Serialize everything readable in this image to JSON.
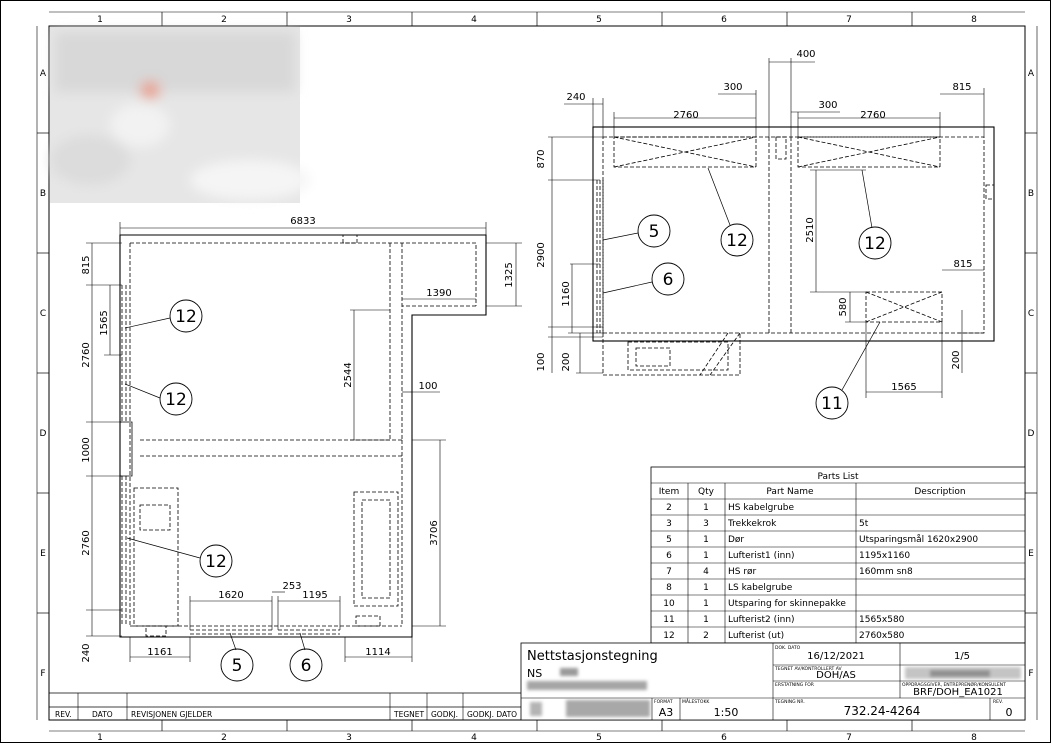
{
  "grid": {
    "columns": [
      "1",
      "2",
      "3",
      "4",
      "5",
      "6",
      "7",
      "8"
    ],
    "rows": [
      "A",
      "B",
      "C",
      "D",
      "E",
      "F"
    ]
  },
  "left_plan": {
    "dims": {
      "d6833": "6833",
      "d815": "815",
      "d1565": "1565",
      "d2760a": "2760",
      "d1000": "1000",
      "d2760b": "2760",
      "d240": "240",
      "d1325": "1325",
      "d1390": "1390",
      "d2544": "2544",
      "d100": "100",
      "d3706": "3706",
      "d1620": "1620",
      "d253": "253",
      "d1195": "1195",
      "d1161": "1161",
      "d1114": "1114"
    },
    "callouts": [
      "12",
      "12",
      "12",
      "5",
      "6"
    ]
  },
  "right_plan": {
    "dims": {
      "d400": "400",
      "d300a": "300",
      "d300b": "300",
      "d240": "240",
      "d2760a": "2760",
      "d2760b": "2760",
      "d815a": "815",
      "d870": "870",
      "d2900": "2900",
      "d1160": "1160",
      "d100": "100",
      "d200a": "200",
      "d2510": "2510",
      "d815b": "815",
      "d580": "580",
      "d200b": "200",
      "d1565": "1565"
    },
    "callouts": [
      "5",
      "6",
      "12",
      "12",
      "11"
    ]
  },
  "parts_list": {
    "title": "Parts List",
    "headers": [
      "Item",
      "Qty",
      "Part Name",
      "Description"
    ],
    "rows": [
      [
        "2",
        "1",
        "HS kabelgrube",
        ""
      ],
      [
        "3",
        "3",
        "Trekkekrok",
        "5t"
      ],
      [
        "5",
        "1",
        "Dør",
        "Utsparingsmål 1620x2900"
      ],
      [
        "6",
        "1",
        "Lufterist1 (inn)",
        "1195x1160"
      ],
      [
        "7",
        "4",
        "HS rør",
        "160mm sn8"
      ],
      [
        "8",
        "1",
        "LS kabelgrube",
        ""
      ],
      [
        "10",
        "1",
        "Utsparing for skinnepakke",
        ""
      ],
      [
        "11",
        "1",
        "Lufterist2 (inn)",
        "1565x580"
      ],
      [
        "12",
        "2",
        "Lufterist (ut)",
        "2760x580"
      ]
    ]
  },
  "title_block": {
    "title": "Nettstasjonstegning",
    "ns": "NS",
    "dok_dato_label": "DOK. DATO",
    "dok_dato": "16/12/2021",
    "sheet": "1/5",
    "tegnet_label": "TEGNET AV/KONTROLLERT AV",
    "tegnet": "DOH/AS",
    "erstatning_label": "ERSTATNING FOR",
    "oppdrag_label": "OPPDRAGSGIVER, ENTREPRENØR/KONSULENT",
    "oppdrag": "BRF/DOH_EA1021",
    "format_label": "FORMAT",
    "format": "A3",
    "malestokk_label": "MÅLESTOKK",
    "scale": "1:50",
    "tegning_label": "TEGNING NR.",
    "drawing_no": "732.24-4264",
    "rev_label": "REV.",
    "rev": "0"
  },
  "revision_block": {
    "headers": [
      "REV.",
      "DATO",
      "REVISJONEN GJELDER",
      "TEGNET",
      "GODKJ.",
      "GODKJ. DATO"
    ]
  }
}
